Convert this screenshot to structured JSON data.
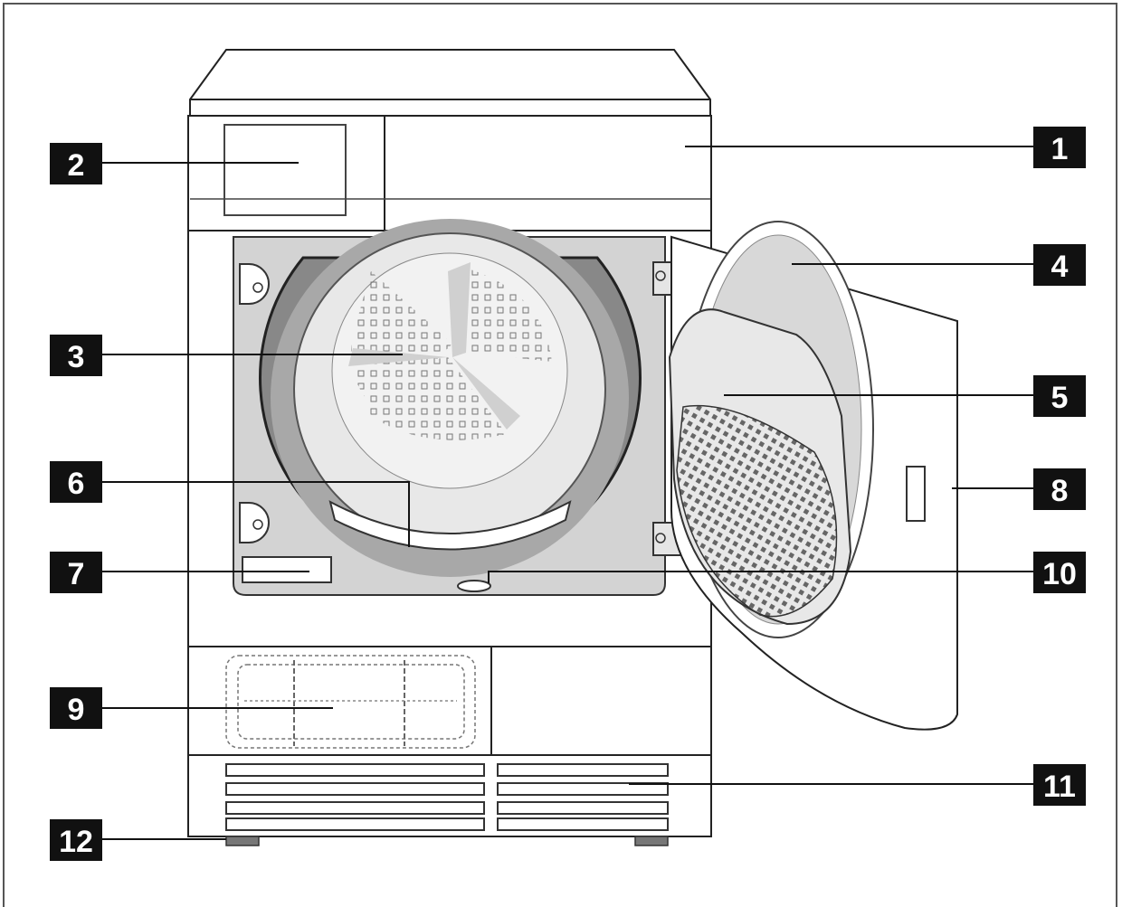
{
  "diagram": {
    "subject": "tumble dryer, front view with door open",
    "callouts": [
      {
        "number": "1"
      },
      {
        "number": "2"
      },
      {
        "number": "3"
      },
      {
        "number": "4"
      },
      {
        "number": "5"
      },
      {
        "number": "6"
      },
      {
        "number": "7"
      },
      {
        "number": "8"
      },
      {
        "number": "9"
      },
      {
        "number": "10"
      },
      {
        "number": "11"
      },
      {
        "number": "12"
      }
    ]
  },
  "colors": {
    "callout_box": "#111111",
    "callout_text": "#ffffff",
    "drum_panel": "#d3d3d3",
    "outline": "#222222"
  }
}
